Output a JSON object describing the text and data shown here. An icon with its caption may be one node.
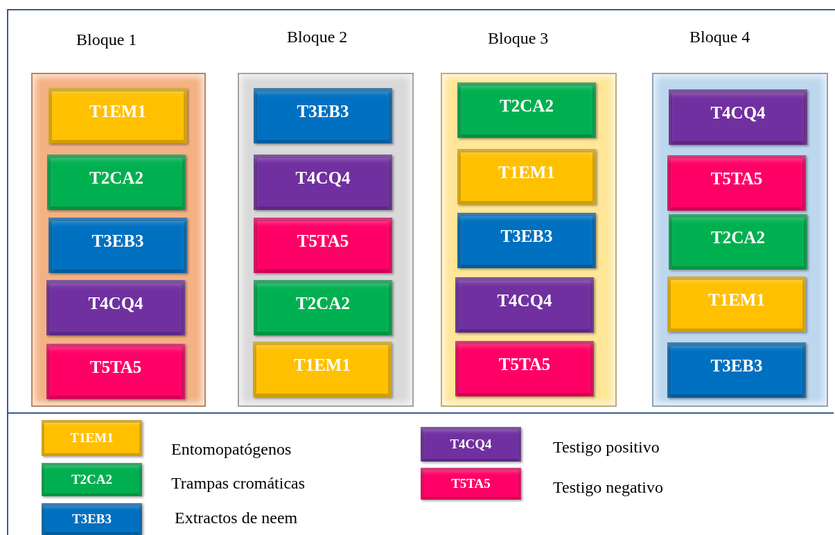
{
  "diagram": {
    "nodes": [
      {
        "text": [
          "Bloque 1"
        ]
      },
      {
        "text": [
          "T1EM1"
        ],
        "in": 0
      },
      {
        "text": [
          "T2CA2"
        ],
        "in": 0
      },
      {
        "text": [
          "T3EB3"
        ],
        "in": 0
      },
      {
        "text": [
          "T4CQ4"
        ],
        "in": 0
      },
      {
        "text": [
          "T5TA5"
        ],
        "in": 0
      },
      {
        "text": [
          "Bloque 2"
        ]
      },
      {
        "text": [
          "T3EB3"
        ],
        "in": 6
      },
      {
        "text": [
          "T4CQ4"
        ],
        "in": 6
      },
      {
        "text": [
          "T5TA5"
        ],
        "in": 6
      },
      {
        "text": [
          "T2CA2"
        ],
        "in": 6
      },
      {
        "text": [
          "T1EM1"
        ],
        "in": 6
      },
      {
        "text": [
          "Bloque 3"
        ]
      },
      {
        "text": [
          "T2CA2"
        ],
        "in": 12
      },
      {
        "text": [
          "T1EM1"
        ],
        "in": 12
      },
      {
        "text": [
          "T3EB3"
        ],
        "in": 12
      },
      {
        "text": [
          "T4CQ4"
        ],
        "in": 12
      },
      {
        "text": [
          "T5TA5"
        ],
        "in": 12
      },
      {
        "text": [
          "Bloque 4"
        ]
      },
      {
        "text": [
          "T4CQ4"
        ],
        "in": 18
      },
      {
        "text": [
          "T5TA5"
        ],
        "in": 18
      },
      {
        "text": [
          "T2CA2"
        ],
        "in": 18
      },
      {
        "text": [
          "T1EM1"
        ],
        "in": 18
      },
      {
        "text": [
          "T3EB3"
        ],
        "in": 18
      },
      {
        "text": [
          "T1EM1"
        ],
        "beside": [
          "Entomopatógenos"
        ]
      },
      {
        "text": [
          "T2CA2"
        ],
        "beside": [
          "Trampas cromáticas"
        ]
      },
      {
        "text": [
          "T3EB3"
        ],
        "beside": [
          "Extractos de neem"
        ]
      },
      {
        "text": [
          "T4CQ4"
        ],
        "beside": [
          "Testigo positivo"
        ]
      },
      {
        "text": [
          "T5TA5"
        ],
        "beside": [
          "Testigo negativo"
        ]
      }
    ],
    "edges": []
  }
}
